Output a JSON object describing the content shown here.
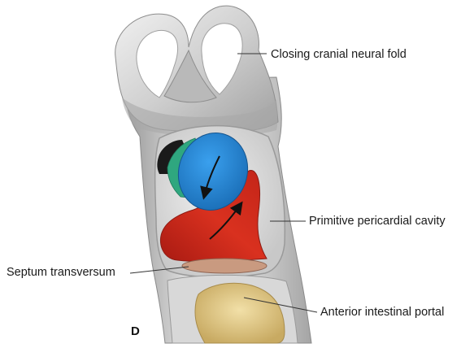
{
  "panel": {
    "letter": "D"
  },
  "labels": {
    "neural_fold": "Closing cranial neural fold",
    "pericardial_cavity": "Primitive pericardial cavity",
    "septum": "Septum transversum",
    "intestinal_portal": "Anterior intestinal portal"
  },
  "colors": {
    "background": "#ffffff",
    "embryo_light": "#e6e6e6",
    "embryo_mid": "#bdbdbd",
    "embryo_dark": "#8c8c8c",
    "heart_blue": "#2a8ad6",
    "heart_red": "#d42a1e",
    "heart_green": "#2fa77f",
    "septum_brown": "#c99a80",
    "yolk_yellow": "#e3cc8a",
    "leader_lines": "#333333"
  }
}
